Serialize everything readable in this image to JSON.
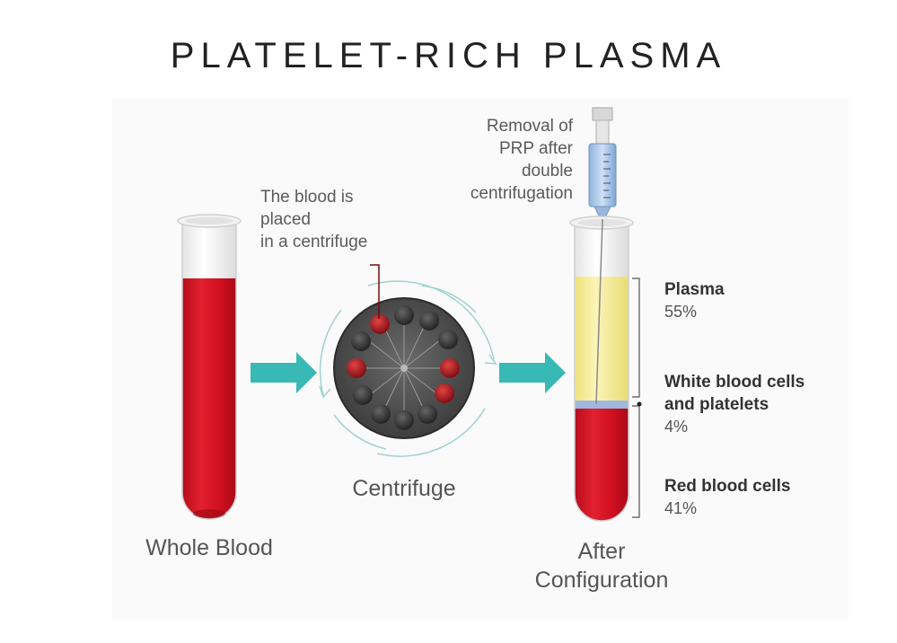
{
  "title": "PLATELET-RICH PLASMA",
  "steps": {
    "whole_blood": "Whole Blood",
    "centrifuge_caption": "Centrifuge",
    "centrifuge_note": [
      "The blood is",
      "placed",
      "in a centrifuge"
    ],
    "after_caption": [
      "After",
      "Configuration"
    ],
    "syringe_note": [
      "Removal of",
      "PRP after",
      "double",
      "centrifugation"
    ]
  },
  "layers": [
    {
      "name": [
        "Plasma"
      ],
      "percent": "55%",
      "color": "#f5eb9a"
    },
    {
      "name": [
        "White blood cells",
        "and platelets"
      ],
      "percent": "4%",
      "color": "#9fb8e0"
    },
    {
      "name": [
        "Red blood cells"
      ],
      "percent": "41%",
      "color": "#c8102e"
    }
  ],
  "colors": {
    "blood": "#d0101f",
    "arrow": "#38b9b5",
    "rotor": "#4a4a4a"
  }
}
